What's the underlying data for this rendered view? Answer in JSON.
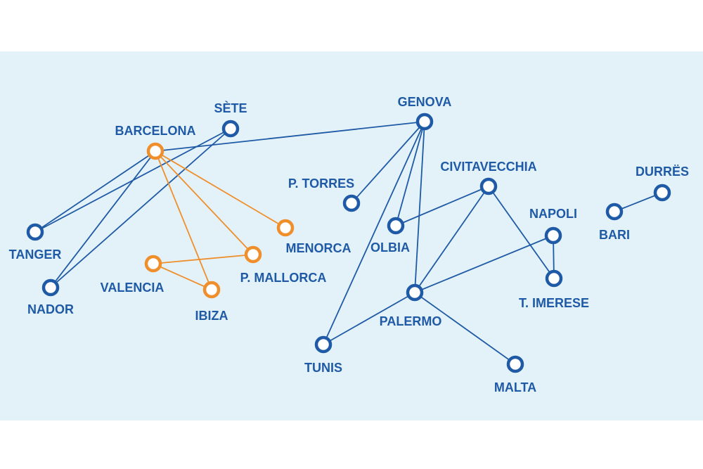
{
  "colors": {
    "background": "#e3f1f8",
    "page": "#ffffff",
    "blue": "#1f5aa6",
    "orange": "#ef8f2c"
  },
  "ports": [
    {
      "id": "barcelona",
      "label": "BARCELONA",
      "network": "orange"
    },
    {
      "id": "sete",
      "label": "SÈTE",
      "network": "blue"
    },
    {
      "id": "genova",
      "label": "GENOVA",
      "network": "blue"
    },
    {
      "id": "p_torres",
      "label": "P. TORRES",
      "network": "blue"
    },
    {
      "id": "civitavecchia",
      "label": "CIVITAVECCHIA",
      "network": "blue"
    },
    {
      "id": "durres",
      "label": "DURRËS",
      "network": "blue"
    },
    {
      "id": "tanger",
      "label": "TANGER",
      "network": "blue"
    },
    {
      "id": "menorca",
      "label": "MENORCA",
      "network": "orange"
    },
    {
      "id": "olbia",
      "label": "OLBIA",
      "network": "blue"
    },
    {
      "id": "napoli",
      "label": "NAPOLI",
      "network": "blue"
    },
    {
      "id": "bari",
      "label": "BARI",
      "network": "blue"
    },
    {
      "id": "valencia",
      "label": "VALENCIA",
      "network": "orange"
    },
    {
      "id": "p_mallorca",
      "label": "P. MALLORCA",
      "network": "orange"
    },
    {
      "id": "nador",
      "label": "NADOR",
      "network": "blue"
    },
    {
      "id": "ibiza",
      "label": "IBIZA",
      "network": "orange"
    },
    {
      "id": "palermo",
      "label": "PALERMO",
      "network": "blue"
    },
    {
      "id": "t_imerese",
      "label": "T. IMERESE",
      "network": "blue"
    },
    {
      "id": "tunis",
      "label": "TUNIS",
      "network": "blue"
    },
    {
      "id": "malta",
      "label": "MALTA",
      "network": "blue"
    }
  ],
  "routes": [
    {
      "from": "barcelona",
      "to": "genova",
      "network": "blue"
    },
    {
      "from": "barcelona",
      "to": "tanger",
      "network": "blue"
    },
    {
      "from": "barcelona",
      "to": "nador",
      "network": "blue"
    },
    {
      "from": "sete",
      "to": "tanger",
      "network": "blue"
    },
    {
      "from": "sete",
      "to": "nador",
      "network": "blue"
    },
    {
      "from": "genova",
      "to": "p_torres",
      "network": "blue"
    },
    {
      "from": "genova",
      "to": "olbia",
      "network": "blue"
    },
    {
      "from": "genova",
      "to": "palermo",
      "network": "blue"
    },
    {
      "from": "genova",
      "to": "tunis",
      "network": "blue"
    },
    {
      "from": "civitavecchia",
      "to": "olbia",
      "network": "blue"
    },
    {
      "from": "civitavecchia",
      "to": "palermo",
      "network": "blue"
    },
    {
      "from": "civitavecchia",
      "to": "t_imerese",
      "network": "blue"
    },
    {
      "from": "napoli",
      "to": "t_imerese",
      "network": "blue"
    },
    {
      "from": "napoli",
      "to": "palermo",
      "network": "blue"
    },
    {
      "from": "palermo",
      "to": "tunis",
      "network": "blue"
    },
    {
      "from": "palermo",
      "to": "malta",
      "network": "blue"
    },
    {
      "from": "bari",
      "to": "durres",
      "network": "blue"
    },
    {
      "from": "barcelona",
      "to": "menorca",
      "network": "orange"
    },
    {
      "from": "barcelona",
      "to": "p_mallorca",
      "network": "orange"
    },
    {
      "from": "barcelona",
      "to": "ibiza",
      "network": "orange"
    },
    {
      "from": "valencia",
      "to": "p_mallorca",
      "network": "orange"
    },
    {
      "from": "valencia",
      "to": "ibiza",
      "network": "orange"
    }
  ]
}
